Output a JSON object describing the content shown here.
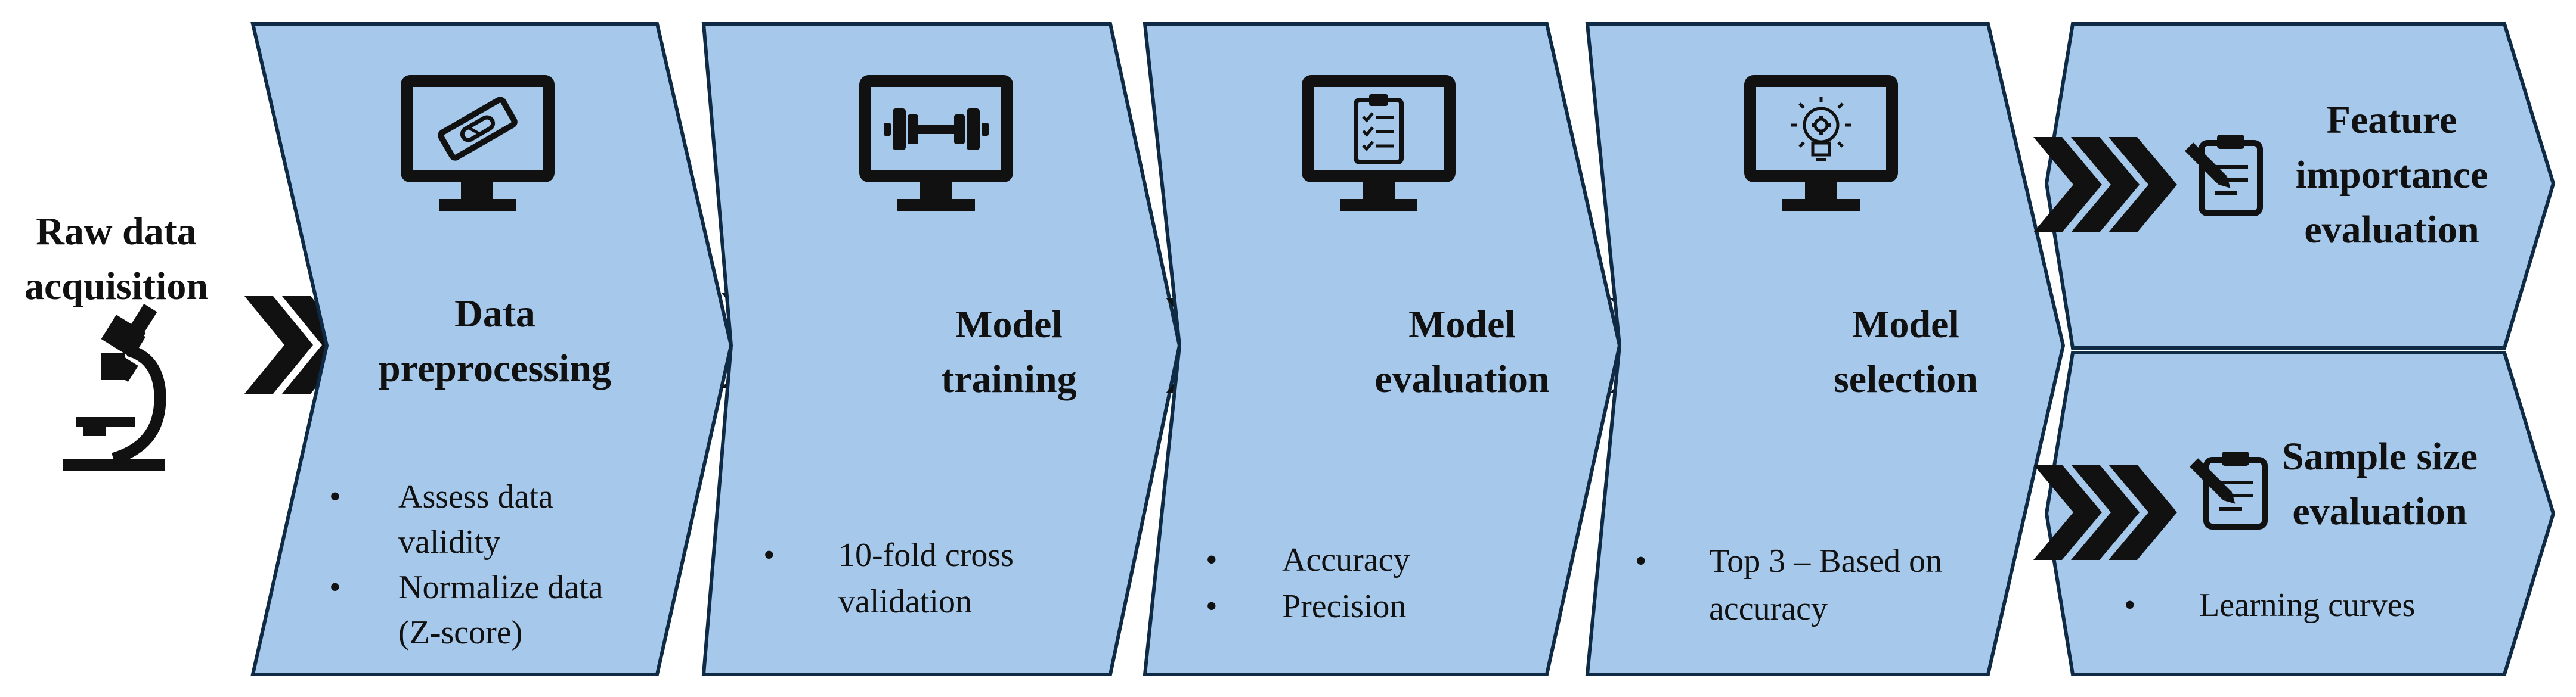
{
  "start": {
    "title_line1": "Raw data",
    "title_line2": "acquisition",
    "icon": "microscope-icon"
  },
  "stages": [
    {
      "title_line1": "Data",
      "title_line2": "preprocessing",
      "icon": "monitor-pill-icon",
      "bullets": [
        [
          "Assess data",
          "validity"
        ],
        [
          "Normalize data",
          "(Z-score)"
        ]
      ]
    },
    {
      "title_line1": "Model",
      "title_line2": "training",
      "icon": "monitor-dumbbell-icon",
      "bullets": [
        [
          "10-fold cross",
          "validation"
        ]
      ]
    },
    {
      "title_line1": "Model",
      "title_line2": "evaluation",
      "icon": "monitor-checklist-icon",
      "bullets": [
        [
          "Accuracy"
        ],
        [
          "Precision"
        ]
      ]
    },
    {
      "title_line1": "Model",
      "title_line2": "selection",
      "icon": "monitor-lightbulb-icon",
      "bullets": [
        [
          "Top 3 – Based on",
          "accuracy"
        ]
      ]
    }
  ],
  "outputs": [
    {
      "title_lines": [
        "Feature",
        "importance",
        "evaluation"
      ],
      "icon": "clipboard-pencil-icon",
      "bullets": []
    },
    {
      "title_lines": [
        "Sample size",
        "evaluation"
      ],
      "icon": "clipboard-pencil-icon",
      "bullets": [
        [
          "Learning curves"
        ]
      ]
    }
  ],
  "bullet_char": "•",
  "colors": {
    "stage_fill": "#a6c8ea",
    "stage_stroke": "#0f2a44",
    "ink": "#111111"
  }
}
